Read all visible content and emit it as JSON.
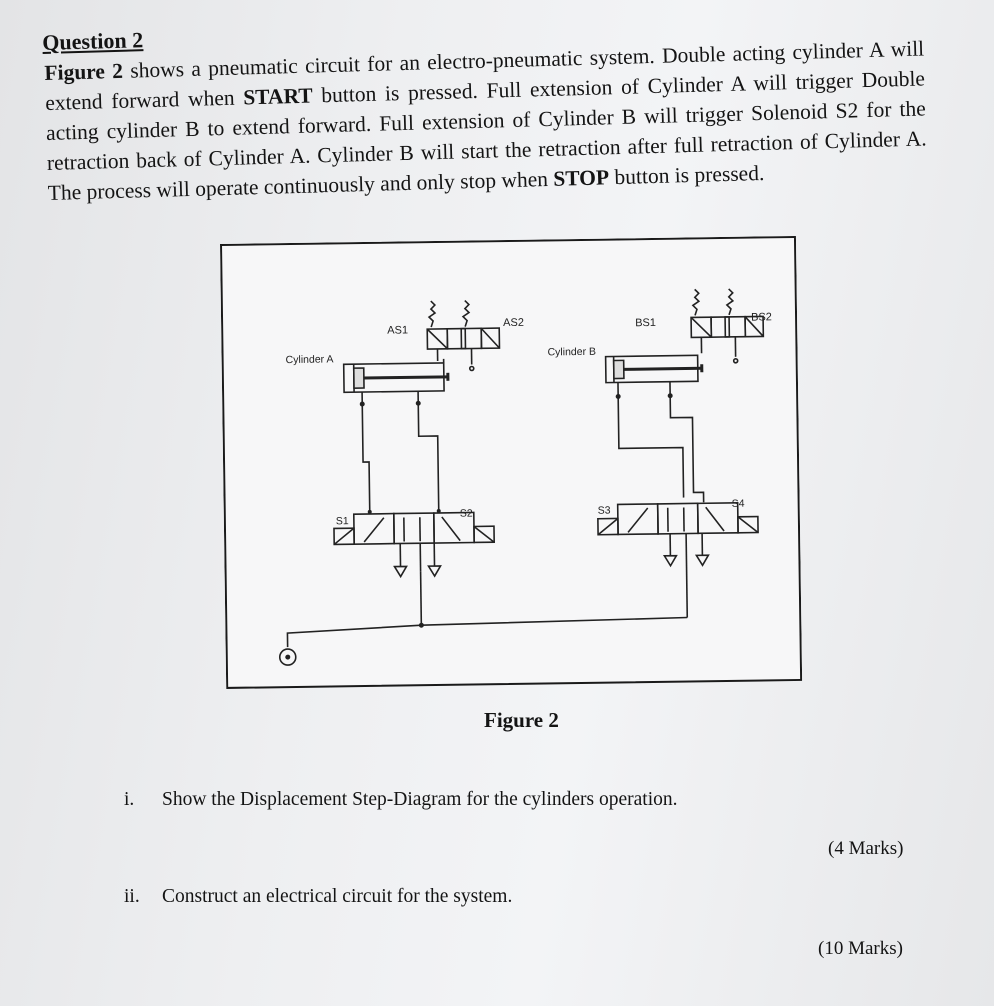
{
  "question": {
    "heading": "Question 2",
    "paragraph": {
      "figure_ref": "Figure 2",
      "part1": " shows a pneumatic circuit for an electro-pneumatic system. Double acting cylinder A will extend forward when ",
      "start": "START",
      "part2": " button is pressed. Full extension of Cylinder A will trigger Double acting cylinder B to extend forward. Full extension of Cylinder B will trigger Solenoid S2 for the retraction back of Cylinder A. Cylinder B will start the retraction after full retraction of Cylinder A. The process will operate continuously and only stop when ",
      "stop": "STOP",
      "part3": " button is pressed."
    }
  },
  "figure": {
    "caption": "Figure 2",
    "labels": {
      "cylinder_a": "Cylinder A",
      "cylinder_b": "Cylinder B",
      "as1": "AS1",
      "as2": "AS2",
      "bs1": "BS1",
      "bs2": "BS2",
      "s1": "S1",
      "s2": "S2",
      "s3": "S3",
      "s4": "S4"
    }
  },
  "tasks": [
    {
      "number": "i.",
      "text": "Show the Displacement Step-Diagram for the cylinders operation.",
      "marks": "(4 Marks)"
    },
    {
      "number": "ii.",
      "text": "Construct an electrical circuit for the system.",
      "marks": "(10 Marks)"
    }
  ]
}
